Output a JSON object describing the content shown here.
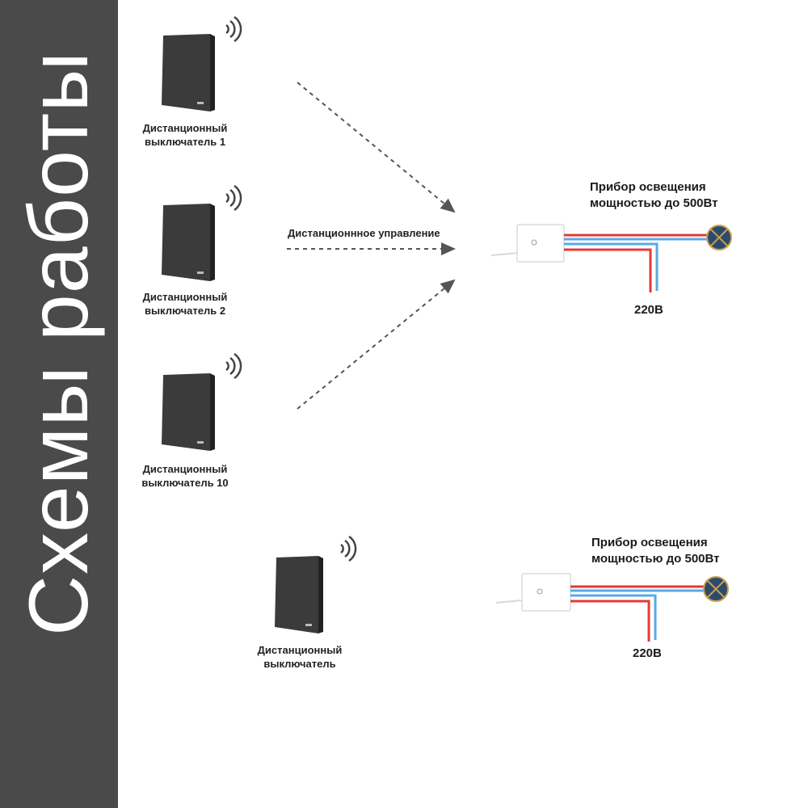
{
  "sidebar": {
    "title": "Схемы работы"
  },
  "scheme1": {
    "switches": [
      {
        "line1": "Дистанционный",
        "line2": "выключатель 1"
      },
      {
        "line1": "Дистанционный",
        "line2": "выключатель 2"
      },
      {
        "line1": "Дистанционный",
        "line2": "выключатель 10"
      }
    ],
    "flow_label": "Дистанционнное управление",
    "lamp_label": {
      "line1": "Прибор освещения",
      "line2": "мощностью до 500Вт"
    },
    "voltage": "220В"
  },
  "scheme2": {
    "switch": {
      "line1": "Дистанционный",
      "line2": "выключатель"
    },
    "lamp_label": {
      "line1": "Прибор освещения",
      "line2": "мощностью до 500Вт"
    },
    "voltage": "220В"
  },
  "colors": {
    "sidebar": "#4a4a4a",
    "switch": "#3b3b3b",
    "wire_red": "#e53935",
    "wire_blue": "#5aa9e6",
    "lamp": "#2d4a6e"
  }
}
